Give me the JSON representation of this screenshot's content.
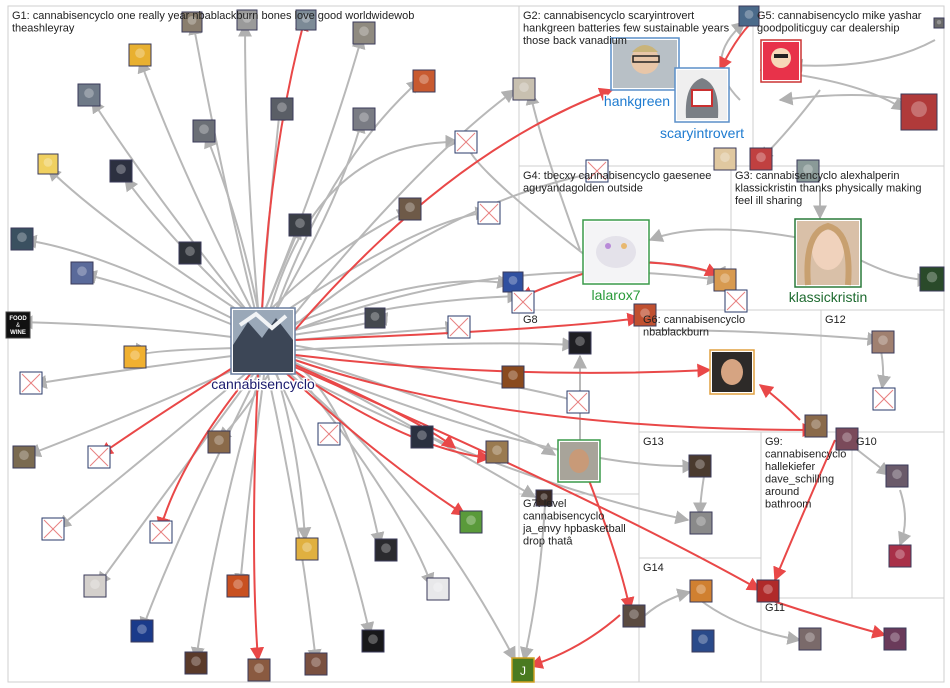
{
  "groups": [
    {
      "id": "G1",
      "lines": [
        "G1: cannabisencyclo one really year nbablackburn bones love good worldwidewob",
        "theashleyray"
      ]
    },
    {
      "id": "G2",
      "lines": [
        "G2: cannabisencyclo scaryintrovert",
        "hankgreen batteries few sustainable years",
        "those back vanadium"
      ]
    },
    {
      "id": "G5",
      "lines": [
        "G5: cannabisencyclo mike yashar",
        "goodpoliticguy car dealership"
      ]
    },
    {
      "id": "G4",
      "lines": [
        "G4: tbecxy cannabisencyclo gaesenee",
        "aguyandagolden outside"
      ]
    },
    {
      "id": "G3",
      "lines": [
        "G3: cannabisencyclo alexhalperin",
        "klassickristin thanks physically making",
        "feel ill sharing"
      ]
    },
    {
      "id": "G8",
      "lines": [
        "G8"
      ]
    },
    {
      "id": "G6",
      "lines": [
        "G6: cannabisencyclo",
        "nbablackburn"
      ]
    },
    {
      "id": "G12",
      "lines": [
        "G12"
      ]
    },
    {
      "id": "G13",
      "lines": [
        "G13"
      ]
    },
    {
      "id": "G9",
      "lines": [
        "G9:",
        "cannabisencyclo",
        "hallekiefer",
        "dave_schilling",
        "around",
        "bathroom"
      ]
    },
    {
      "id": "G10",
      "lines": [
        "G10"
      ]
    },
    {
      "id": "G7",
      "lines": [
        "G7: level",
        "cannabisencyclo",
        "ja_envy hpbasketball",
        "drop thatâ"
      ]
    },
    {
      "id": "G14",
      "lines": [
        "G14"
      ]
    },
    {
      "id": "G11",
      "lines": [
        "G11"
      ]
    }
  ],
  "labels": {
    "hub": "cannabisencyclo",
    "hankgreen": "hankgreen",
    "scaryintrovert": "scaryintrovert",
    "lalarox7": "lalarox7",
    "klassickristin": "klassickristin",
    "food_wine": [
      "FOOD",
      "&",
      "WINE"
    ],
    "j_node": "J"
  },
  "colors": {
    "gray_edge": "#b8b8b8",
    "red_edge": "#e94848",
    "hub_label": "#1a1a6e",
    "g2_label": "#1e7bd0",
    "g4_label": "#2a9a3a",
    "g3_label": "#1e6b30",
    "group_border": "#cfcfcf"
  }
}
